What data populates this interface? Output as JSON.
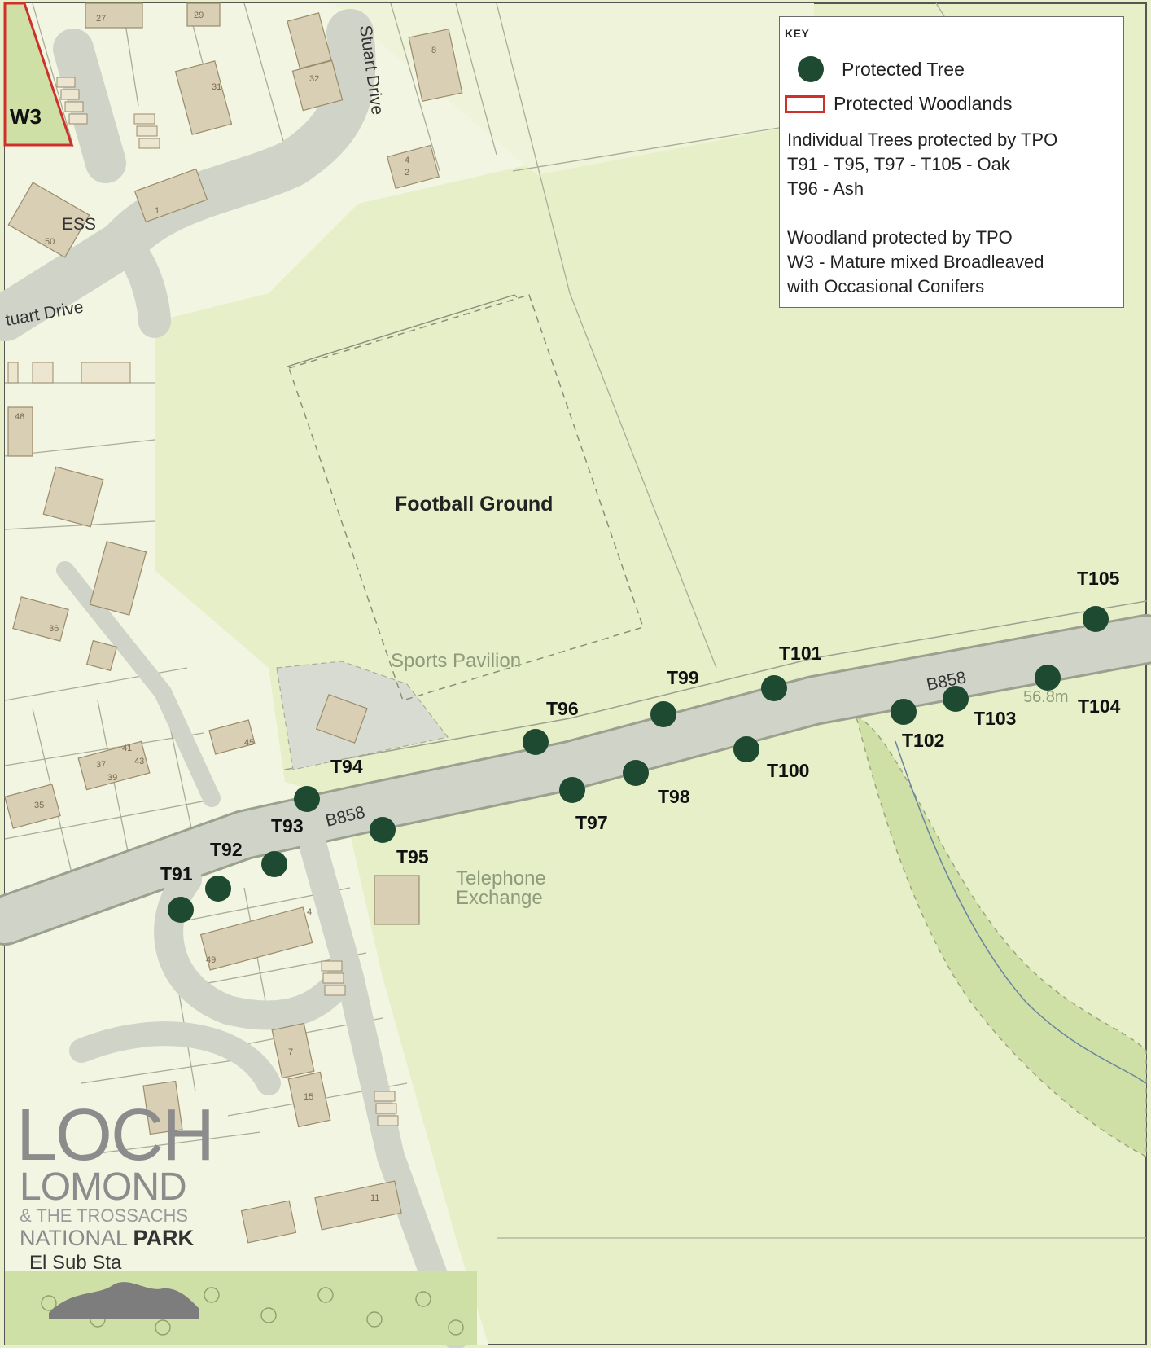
{
  "colors": {
    "field": "#e7efc9",
    "plot": "#eef4dc",
    "road": "#cfd3c8",
    "building": "#d9cfb4",
    "tree": "#1e4a32",
    "woodland_border": "#d0302b",
    "woodland_fill": "#cfe0a6"
  },
  "key": {
    "title": "KEY",
    "protected_tree": "Protected Tree",
    "protected_woodlands": "Protected Woodlands",
    "trees_heading": "Individual Trees protected by TPO",
    "trees_oak": "T91 - T95, T97 - T105 - Oak",
    "trees_ash": "T96 - Ash",
    "woodland_heading": "Woodland protected by TPO",
    "woodland_desc_1": "W3 - Mature mixed Broadleaved",
    "woodland_desc_2": "with Occasional Conifers"
  },
  "places": {
    "football_ground": "Football Ground",
    "sports_pavilion": "Sports Pavilion",
    "telephone": "Telephone",
    "exchange": "Exchange",
    "ess": "ESS",
    "el_sub_sta": "El Sub Sta",
    "spot_height": "56.8m",
    "woodland_code": "W3"
  },
  "streets": {
    "stuart_drive_vertical": "Stuart Drive",
    "stuart_drive_horizontal": "tuart Drive",
    "b858_west": "B858",
    "b858_east": "B858"
  },
  "house_numbers": [
    "27",
    "29",
    "32",
    "31",
    "8",
    "4",
    "2",
    "50",
    "1",
    "48",
    "36",
    "45",
    "41",
    "43",
    "37",
    "39",
    "35",
    "4",
    "49",
    "7",
    "15",
    "11"
  ],
  "trees": [
    {
      "id": "T91"
    },
    {
      "id": "T92"
    },
    {
      "id": "T93"
    },
    {
      "id": "T94"
    },
    {
      "id": "T95"
    },
    {
      "id": "T96"
    },
    {
      "id": "T97"
    },
    {
      "id": "T98"
    },
    {
      "id": "T99"
    },
    {
      "id": "T100"
    },
    {
      "id": "T101"
    },
    {
      "id": "T102"
    },
    {
      "id": "T103"
    },
    {
      "id": "T104"
    },
    {
      "id": "T105"
    }
  ],
  "logo": {
    "line1": "LOCH",
    "line2": "LOMOND",
    "line3": "& THE TROSSACHS",
    "line4a": "NATIONAL",
    "line4b": "PARK"
  }
}
